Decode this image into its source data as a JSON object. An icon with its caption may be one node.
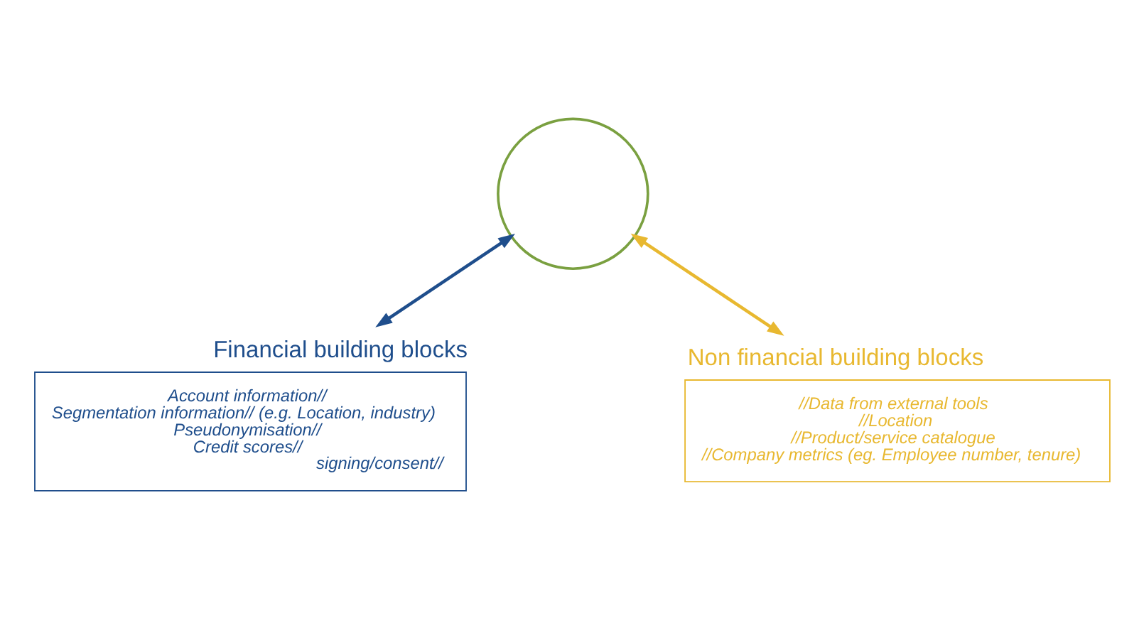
{
  "diagram": {
    "nodes": [
      {
        "text": [],
        "shape": "circle"
      },
      {
        "text": [
          "Financial building blocks",
          "Account information//",
          "Segmentation information// (e.g. Location, industry)",
          "Pseudonymisation//",
          "Credit scores//",
          "signing/consent//"
        ]
      },
      {
        "text": [
          "Non financial building blocks",
          "//Data from external tools",
          "//Location",
          "//Product/service catalogue",
          "//Company metrics (eg. Employee number, tenure)"
        ]
      }
    ],
    "edges": [
      {
        "from": 1,
        "to": 0,
        "arrow": "both",
        "color": "#1f4e8c"
      },
      {
        "from": 2,
        "to": 0,
        "arrow": "both",
        "color": "#e8b830"
      }
    ]
  }
}
